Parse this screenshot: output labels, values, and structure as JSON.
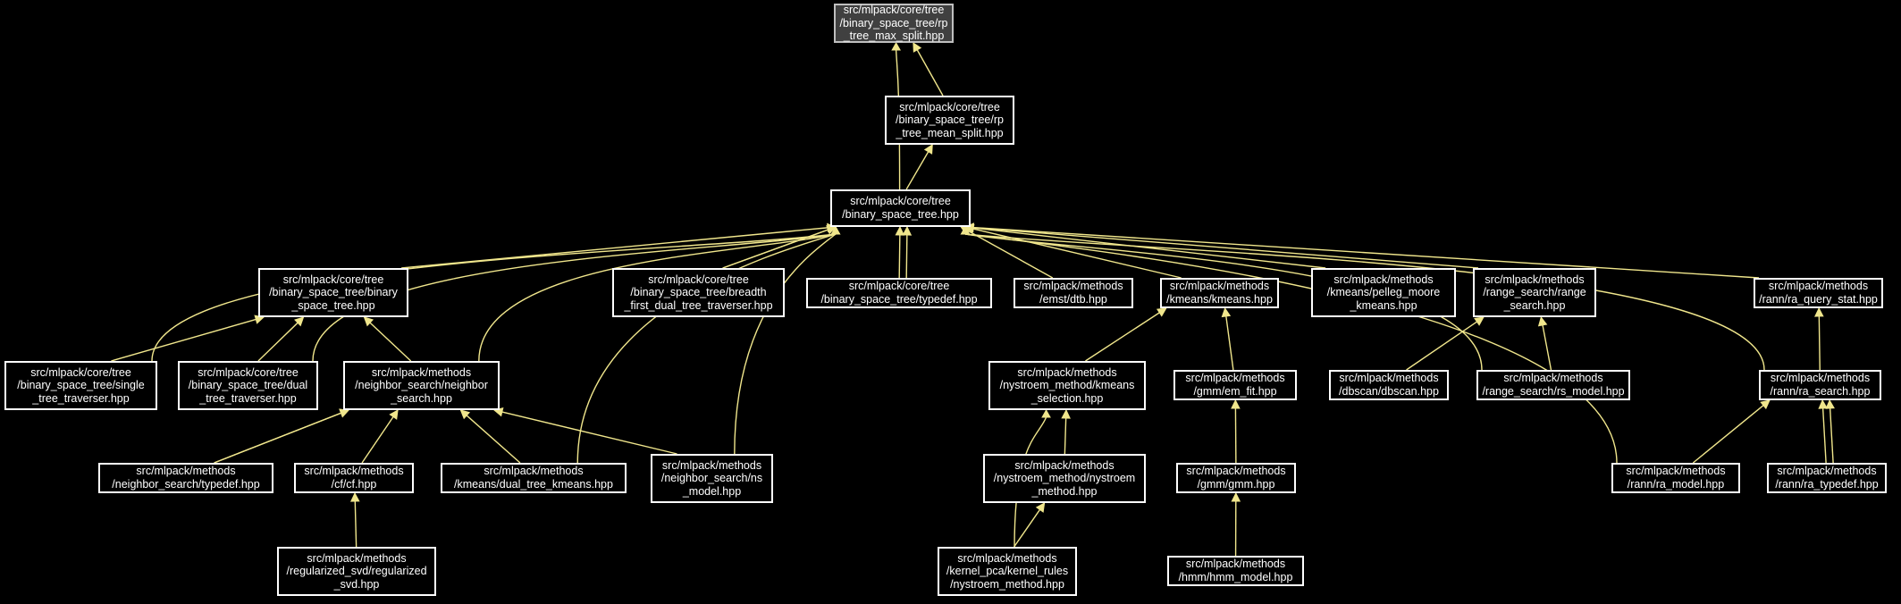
{
  "graph": {
    "edge_color": "#f0e68c",
    "node_border": "#ffffff",
    "root_fill": "#404040",
    "nodes": {
      "rp_max": [
        "src/mlpack/core/tree",
        "/binary_space_tree/rp",
        "_tree_max_split.hpp"
      ],
      "rp_mean": [
        "src/mlpack/core/tree",
        "/binary_space_tree/rp",
        "_tree_mean_split.hpp"
      ],
      "bst": [
        "src/mlpack/core/tree",
        "/binary_space_tree.hpp"
      ],
      "bst_binary": [
        "src/mlpack/core/tree",
        "/binary_space_tree/binary",
        "_space_tree.hpp"
      ],
      "breadth": [
        "src/mlpack/core/tree",
        "/binary_space_tree/breadth",
        "_first_dual_tree_traverser.hpp"
      ],
      "typedef_bst": [
        "src/mlpack/core/tree",
        "/binary_space_tree/typedef.hpp"
      ],
      "dtb": [
        "src/mlpack/methods",
        "/emst/dtb.hpp"
      ],
      "kmeans": [
        "src/mlpack/methods",
        "/kmeans/kmeans.hpp"
      ],
      "pelleg": [
        "src/mlpack/methods",
        "/kmeans/pelleg_moore",
        "_kmeans.hpp"
      ],
      "range_search": [
        "src/mlpack/methods",
        "/range_search/range",
        "_search.hpp"
      ],
      "ra_query_stat": [
        "src/mlpack/methods",
        "/rann/ra_query_stat.hpp"
      ],
      "single": [
        "src/mlpack/core/tree",
        "/binary_space_tree/single",
        "_tree_traverser.hpp"
      ],
      "dual": [
        "src/mlpack/core/tree",
        "/binary_space_tree/dual",
        "_tree_traverser.hpp"
      ],
      "ns": [
        "src/mlpack/methods",
        "/neighbor_search/neighbor",
        "_search.hpp"
      ],
      "nystroem_sel": [
        "src/mlpack/methods",
        "/nystroem_method/kmeans",
        "_selection.hpp"
      ],
      "em_fit": [
        "src/mlpack/methods",
        "/gmm/em_fit.hpp"
      ],
      "dbscan": [
        "src/mlpack/methods",
        "/dbscan/dbscan.hpp"
      ],
      "rs_model": [
        "src/mlpack/methods",
        "/range_search/rs_model.hpp"
      ],
      "ra_search": [
        "src/mlpack/methods",
        "/rann/ra_search.hpp"
      ],
      "ns_typedef": [
        "src/mlpack/methods",
        "/neighbor_search/typedef.hpp"
      ],
      "cf": [
        "src/mlpack/methods",
        "/cf/cf.hpp"
      ],
      "dual_kmeans": [
        "src/mlpack/methods",
        "/kmeans/dual_tree_kmeans.hpp"
      ],
      "ns_model": [
        "src/mlpack/methods",
        "/neighbor_search/ns",
        "_model.hpp"
      ],
      "nystroem_method": [
        "src/mlpack/methods",
        "/nystroem_method/nystroem",
        "_method.hpp"
      ],
      "gmm": [
        "src/mlpack/methods",
        "/gmm/gmm.hpp"
      ],
      "ra_model": [
        "src/mlpack/methods",
        "/rann/ra_model.hpp"
      ],
      "ra_typedef": [
        "src/mlpack/methods",
        "/rann/ra_typedef.hpp"
      ],
      "reg_svd": [
        "src/mlpack/methods",
        "/regularized_svd/regularized",
        "_svd.hpp"
      ],
      "kernel_rules": [
        "src/mlpack/methods",
        "/kernel_pca/kernel_rules",
        "/nystroem_method.hpp"
      ],
      "hmm": [
        "src/mlpack/methods",
        "/hmm/hmm_model.hpp"
      ]
    }
  }
}
